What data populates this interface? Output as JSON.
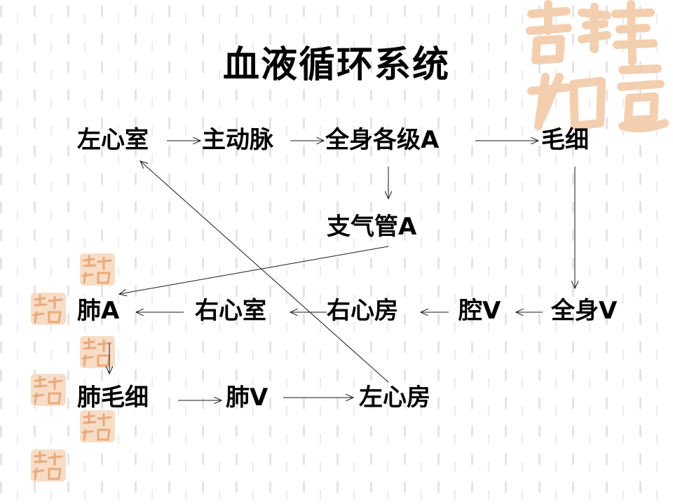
{
  "title": "血液循环系统",
  "nodes": {
    "left_ventricle": "左心室",
    "aorta": "主动脉",
    "systemic_arteries": "全身各级A",
    "capillaries": "毛细",
    "bronchial_artery": "支气管A",
    "pulmonary_artery": "肺A",
    "right_ventricle": "右心室",
    "right_atrium": "右心房",
    "vena_cava": "腔V",
    "systemic_veins": "全身V",
    "pulmonary_capillaries": "肺毛细",
    "pulmonary_vein": "肺V",
    "left_atrium": "左心房"
  },
  "colors": {
    "text": "#000000",
    "arrow": "#1a1a1a",
    "seal": "#f3cfb0",
    "background_pattern": "#e4e4e4"
  },
  "decoration": {
    "seal_icon": "seal-stamp-icon",
    "seal_text": "吉祥如意"
  }
}
